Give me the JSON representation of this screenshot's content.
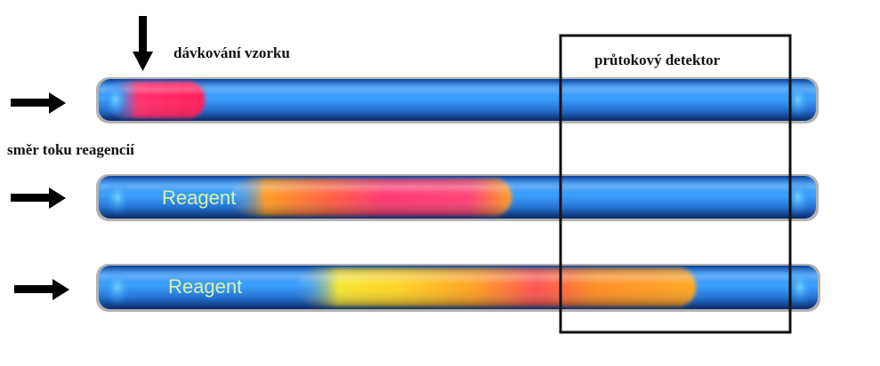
{
  "labels": {
    "sample_injection": "dávkování vzorku",
    "flow_detector": "průtokový detektor",
    "reagent_flow_direction": "směr toku reagencií"
  },
  "tubes": [
    {
      "reagent_label": ""
    },
    {
      "reagent_label": "Reagent"
    },
    {
      "reagent_label": "Reagent"
    }
  ],
  "colors": {
    "tube_blue": "#1f7fe0",
    "tube_highlight": "#5cc2ff",
    "sample_red": "#ff2f6e",
    "sample_orange": "#ff9a1a",
    "sample_yellow": "#f4e52a",
    "reagent_text": "#d9f2a6",
    "arrow": "#000000"
  }
}
